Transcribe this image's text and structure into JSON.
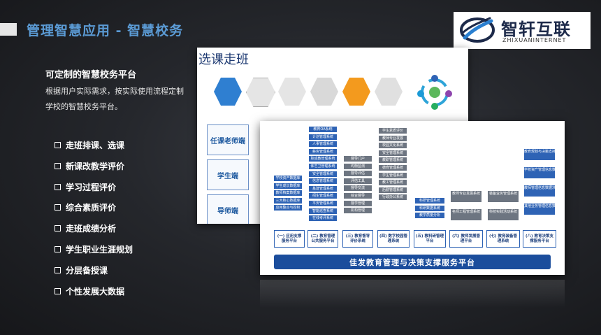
{
  "header": {
    "title": "管理智慧应用 - 智慧校务"
  },
  "logo": {
    "cn": "智轩互联",
    "en": "ZHIXUANINTERNET"
  },
  "intro": {
    "title": "可定制的智慧校务平台",
    "desc": "根据用户实际需求，按实际使用流程定制学校的智慧校务平台。"
  },
  "features": [
    "走班排课、选课",
    "新课改教学评价",
    "学习过程评价",
    "综合素质评价",
    "走班成绩分析",
    "学生职业生涯规划",
    "分层备授课",
    "个性发展大数据"
  ],
  "back_card": {
    "title": "选课走班",
    "roles": [
      "任课老师端",
      "学生端",
      "导师端"
    ]
  },
  "front_card": {
    "platform": "佳发教育管理与决策支撑服务平台",
    "columns": [
      {
        "caption": "(一) 应用支撑服务平台",
        "modules": [
          "学校资产数据库",
          "学生成长数据库",
          "教师档案数据库",
          "三大核心数据库",
          "应用整合与授权"
        ]
      },
      {
        "caption": "(二) 教育管理公共服务平台",
        "modules": [
          "教育OA系统",
          "计划管理系统",
          "人事管理系统",
          "薪资管理系统",
          "职成教管理系统",
          "体艺卫管理系统",
          "安全管理系统",
          "信息管理系统",
          "基建管理系统",
          "招生管理系统",
          "平安管理系统",
          "智能巡查系统",
          "在线考评系统"
        ]
      },
      {
        "caption": "(三) 教育督导评价系统",
        "modules": [
          "督导门户",
          "均衡监测",
          "督导评估",
          "评估工具",
          "督导交流",
          "综合督导",
          "督学管理",
          "机构管理"
        ]
      },
      {
        "caption": "(四) 数字校园管理系统",
        "modules": [
          "学生素质评价",
          "教师专业发展",
          "校园文化系统",
          "安全管理系统",
          "教职管理系统",
          "德育管理系统",
          "学生管理系统",
          "教工管理系统",
          "后勤管理系统",
          "行政办公系统"
        ]
      },
      {
        "caption": "(五) 教科研管理平台",
        "modules": [
          "科研管理系统",
          "科研数据系统",
          "教学质量分析"
        ]
      },
      {
        "caption": "(六) 教师发展管理平台",
        "modules": [
          "教师专业发展系统",
          "名师工程管理系统"
        ]
      },
      {
        "caption": "(七) 教育装备管理系统",
        "modules": [
          "装备业务管理系统",
          "科技实践活动系统"
        ]
      },
      {
        "caption": "(八) 教育决策支撑服务平台",
        "modules": [
          "教育规划与决策支持信息数据",
          "学校资产管理信息数据",
          "教师管理信息数据决策",
          "其他业务管理信息数据"
        ]
      }
    ]
  },
  "colors": {
    "accent": "#5b9bd5",
    "module_blue": "#2e63b5",
    "module_gray": "#6d7581",
    "platform": "#1b4d9c"
  },
  "icons": {
    "logo": "zhixuan-logo-icon",
    "bullet": "square-bullet-icon"
  }
}
